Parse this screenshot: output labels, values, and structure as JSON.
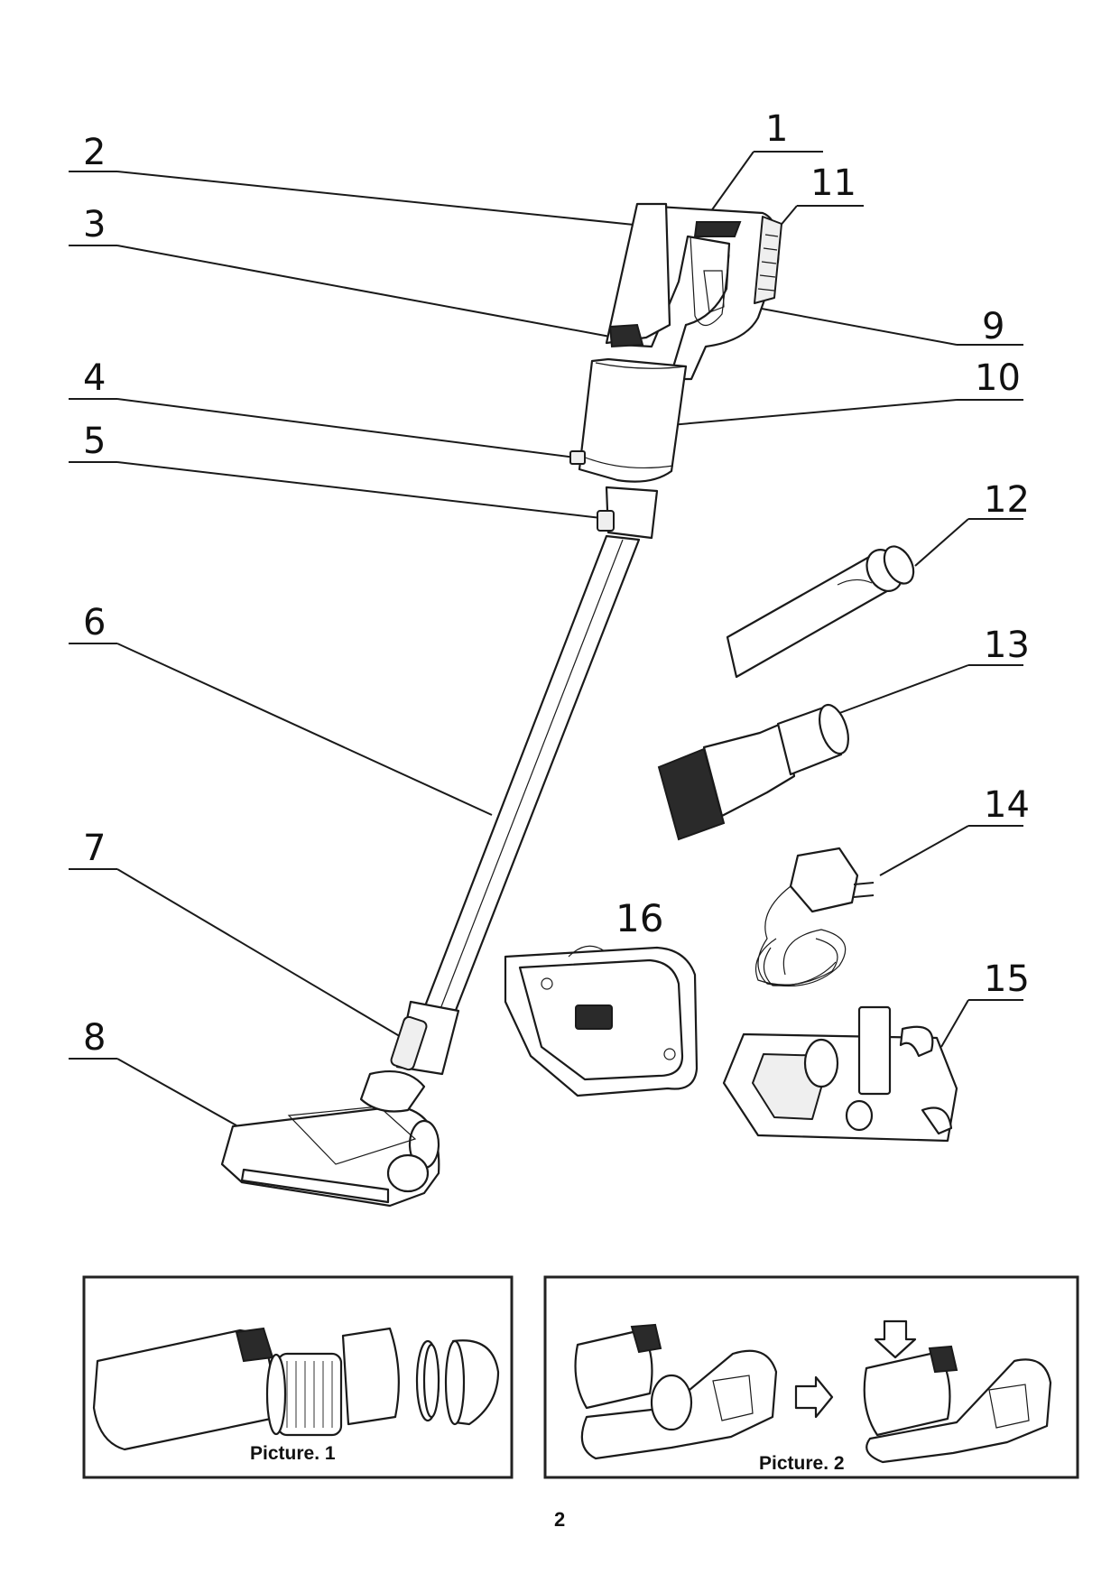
{
  "callouts": [
    "1",
    "2",
    "3",
    "4",
    "5",
    "6",
    "7",
    "8",
    "9",
    "10",
    "11",
    "12",
    "13",
    "14",
    "15",
    "16"
  ],
  "pictures": [
    {
      "caption": "Picture. 1"
    },
    {
      "caption": "Picture. 2"
    }
  ],
  "page_number": "2"
}
